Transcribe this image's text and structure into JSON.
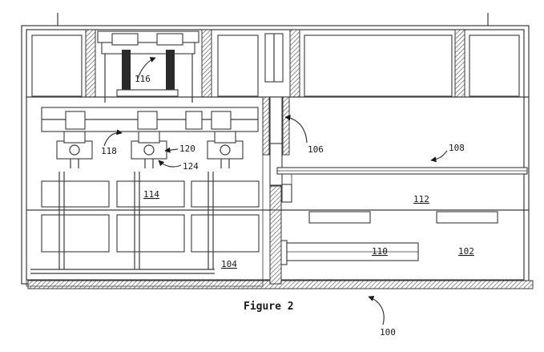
{
  "figure": {
    "caption": "Figure 2",
    "labels": {
      "l100": "100",
      "l102": "102",
      "l104": "104",
      "l106": "106",
      "l108": "108",
      "l110": "110",
      "l112": "112",
      "l114": "114",
      "l116": "116",
      "l118": "118",
      "l120": "120",
      "l124": "124"
    }
  }
}
